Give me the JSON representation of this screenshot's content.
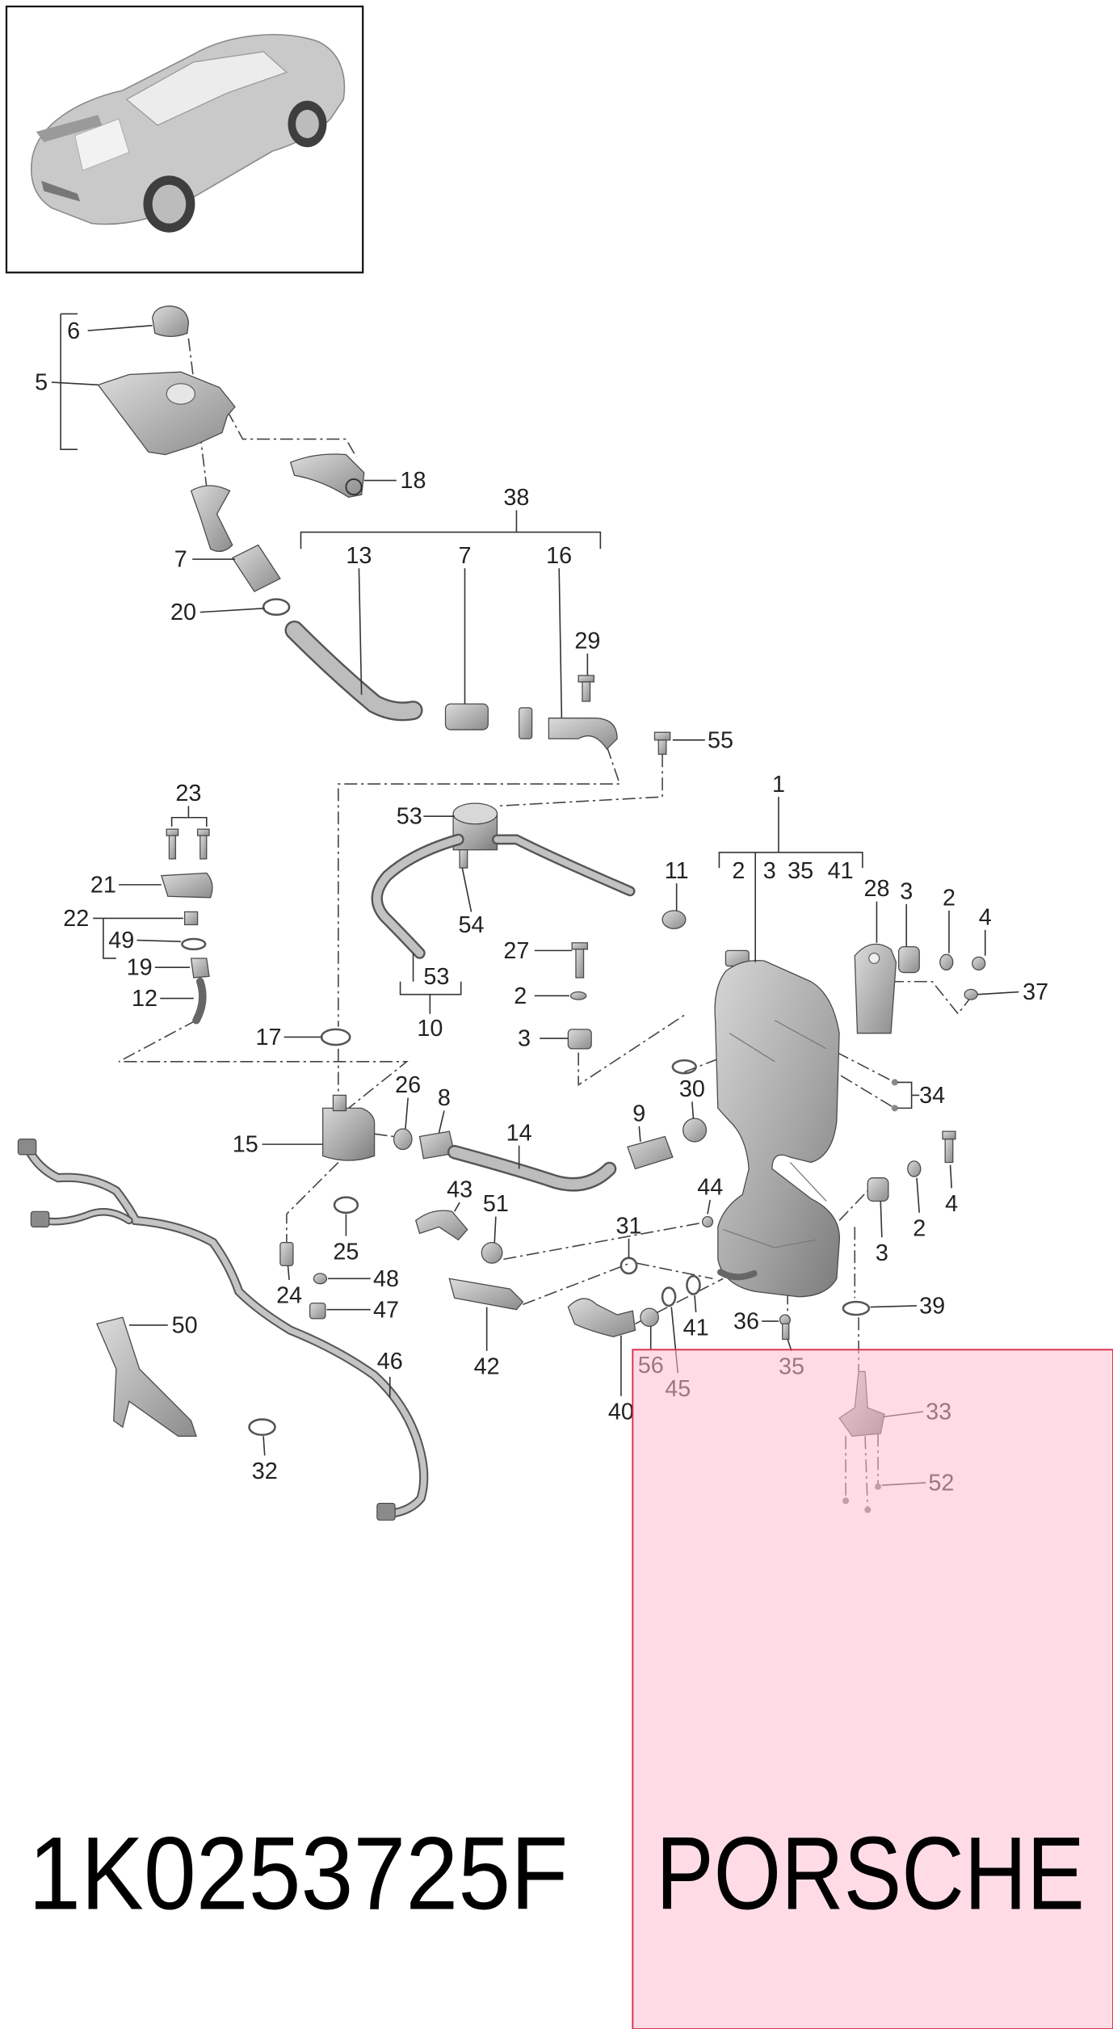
{
  "diagram": {
    "callouts": [
      "6",
      "5",
      "18",
      "38",
      "13",
      "7",
      "16",
      "7",
      "20",
      "29",
      "55",
      "1",
      "2",
      "3",
      "35",
      "41",
      "23",
      "53",
      "11",
      "28",
      "3",
      "2",
      "4",
      "21",
      "22",
      "49",
      "19",
      "12",
      "54",
      "53",
      "10",
      "27",
      "2",
      "3",
      "37",
      "17",
      "30",
      "34",
      "26",
      "8",
      "14",
      "9",
      "15",
      "43",
      "51",
      "44",
      "3",
      "2",
      "4",
      "25",
      "31",
      "48",
      "24",
      "47",
      "50",
      "42",
      "41",
      "36",
      "39",
      "40",
      "56",
      "45",
      "35",
      "33",
      "46",
      "52",
      "32"
    ]
  },
  "footer": {
    "part_number": "1K0253725F",
    "brand": "PORSCHE"
  },
  "colors": {
    "highlight_fill": "#ffc0cf",
    "highlight_stroke": "#d9304a",
    "part_grey": "#a8a8a8"
  }
}
